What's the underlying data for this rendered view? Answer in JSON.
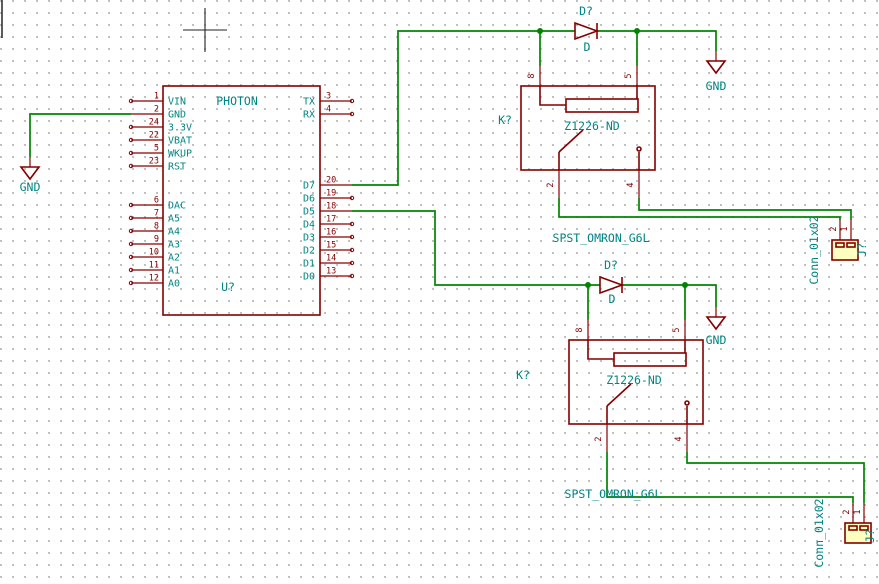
{
  "colors": {
    "wire_green": "#008400",
    "symbol_maroon": "#840000",
    "label_teal": "#008484",
    "symbol_fill_yellow": "#ffffc0",
    "grid_dot_gray": "#b5b5b5"
  },
  "photon": {
    "value": "PHOTON",
    "refdes": "U?",
    "left_pins": [
      {
        "num": "1",
        "name": "VIN"
      },
      {
        "num": "2",
        "name": "GND"
      },
      {
        "num": "24",
        "name": "3.3V"
      },
      {
        "num": "22",
        "name": "VBAT"
      },
      {
        "num": "5",
        "name": "WKUP"
      },
      {
        "num": "23",
        "name": "RST"
      },
      {
        "num": "6",
        "name": "DAC"
      },
      {
        "num": "7",
        "name": "A5"
      },
      {
        "num": "8",
        "name": "A4"
      },
      {
        "num": "9",
        "name": "A3"
      },
      {
        "num": "10",
        "name": "A2"
      },
      {
        "num": "11",
        "name": "A1"
      },
      {
        "num": "12",
        "name": "A0"
      }
    ],
    "right_pins": [
      {
        "num": "3",
        "name": "TX"
      },
      {
        "num": "4",
        "name": "RX"
      },
      {
        "num": "20",
        "name": "D7"
      },
      {
        "num": "19",
        "name": "D6"
      },
      {
        "num": "18",
        "name": "D5"
      },
      {
        "num": "17",
        "name": "D4"
      },
      {
        "num": "16",
        "name": "D3"
      },
      {
        "num": "15",
        "name": "D2"
      },
      {
        "num": "14",
        "name": "D1"
      },
      {
        "num": "13",
        "name": "D0"
      }
    ]
  },
  "relays": [
    {
      "refdes": "K?",
      "value": "Z1226-ND",
      "footprint": "SPST_OMRON_G6L",
      "pin_top_left": "8",
      "pin_top_right": "5",
      "pin_bottom_left": "2",
      "pin_bottom_right": "4"
    },
    {
      "refdes": "K?",
      "value": "Z1226-ND",
      "footprint": "SPST_OMRON_G6L",
      "pin_top_left": "8",
      "pin_top_right": "5",
      "pin_bottom_left": "2",
      "pin_bottom_right": "4"
    }
  ],
  "diodes": [
    {
      "refdes": "D?",
      "value": "D"
    },
    {
      "refdes": "D?",
      "value": "D"
    }
  ],
  "power": {
    "gnd_label": "GND"
  },
  "connectors": [
    {
      "refdes": "J?",
      "value": "Conn_01x02",
      "pin_left_num": "2",
      "pin_right_num": "1"
    },
    {
      "refdes": "J?",
      "value": "Conn_01x02",
      "pin_left_num": "2",
      "pin_right_num": "1"
    }
  ]
}
